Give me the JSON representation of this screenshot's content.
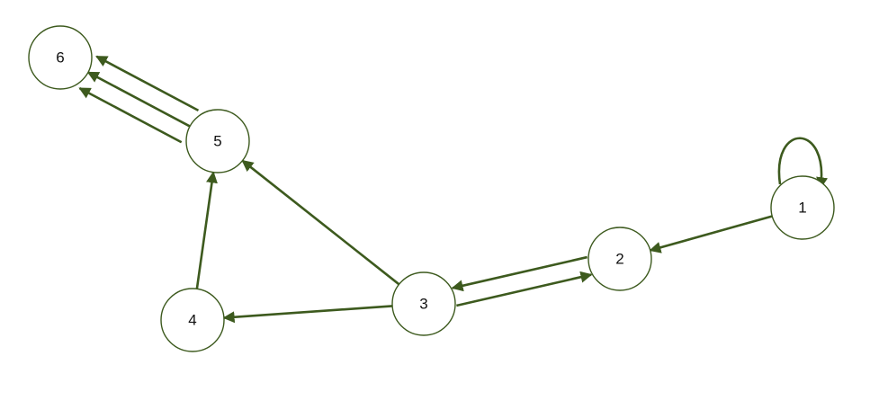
{
  "colors": {
    "edge": "#3d5a1e",
    "node_stroke": "#3d5a1e",
    "node_fill": "#ffffff",
    "label": "#111111"
  },
  "nodes": [
    {
      "id": "1",
      "label": "1"
    },
    {
      "id": "2",
      "label": "2"
    },
    {
      "id": "3",
      "label": "3"
    },
    {
      "id": "4",
      "label": "4"
    },
    {
      "id": "5",
      "label": "5"
    },
    {
      "id": "6",
      "label": "6"
    }
  ],
  "edges": [
    {
      "from": "1",
      "to": "1"
    },
    {
      "from": "1",
      "to": "2"
    },
    {
      "from": "2",
      "to": "3"
    },
    {
      "from": "3",
      "to": "2"
    },
    {
      "from": "3",
      "to": "4"
    },
    {
      "from": "3",
      "to": "5"
    },
    {
      "from": "4",
      "to": "5"
    },
    {
      "from": "5",
      "to": "6"
    },
    {
      "from": "5",
      "to": "6"
    },
    {
      "from": "5",
      "to": "6"
    }
  ]
}
